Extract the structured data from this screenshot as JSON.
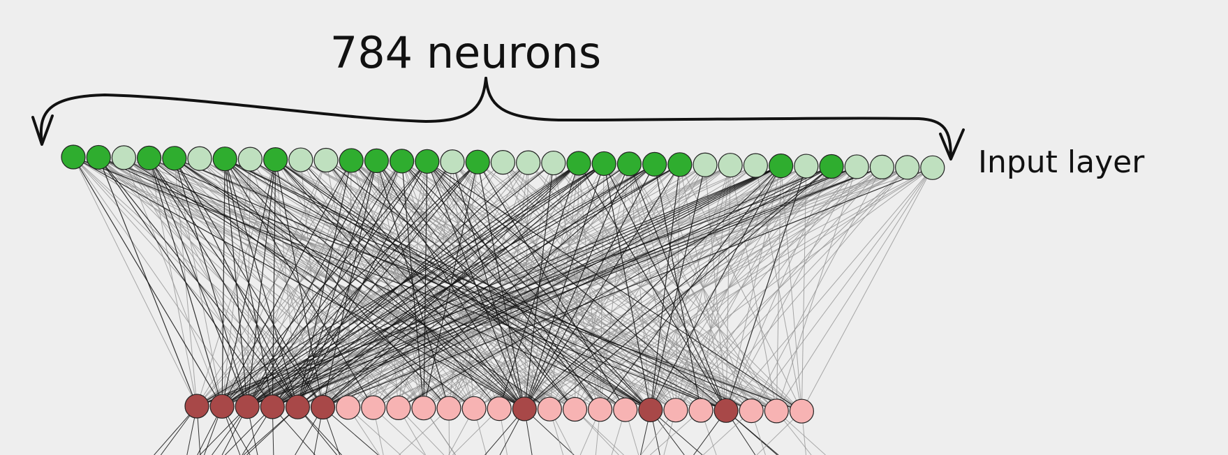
{
  "diagram": {
    "annotation": "784 neurons",
    "input_layer_label": "Input layer",
    "colors": {
      "background": "#eeeeee",
      "input_active": "#2fad2f",
      "input_inactive": "#bfe0bf",
      "hidden_active": "#a84848",
      "hidden_inactive": "#f7b3b3",
      "edge_strong": "#111111",
      "edge_weak": "#8c8c8c",
      "stroke": "#222222"
    },
    "input_layer": {
      "count": 35,
      "active": [
        0,
        1,
        3,
        4,
        6,
        8,
        11,
        12,
        13,
        14,
        16,
        20,
        21,
        22,
        23,
        24,
        28,
        30
      ]
    },
    "hidden_layer": {
      "count": 25,
      "active": [
        0,
        1,
        2,
        3,
        4,
        5,
        13,
        18,
        21
      ]
    }
  }
}
